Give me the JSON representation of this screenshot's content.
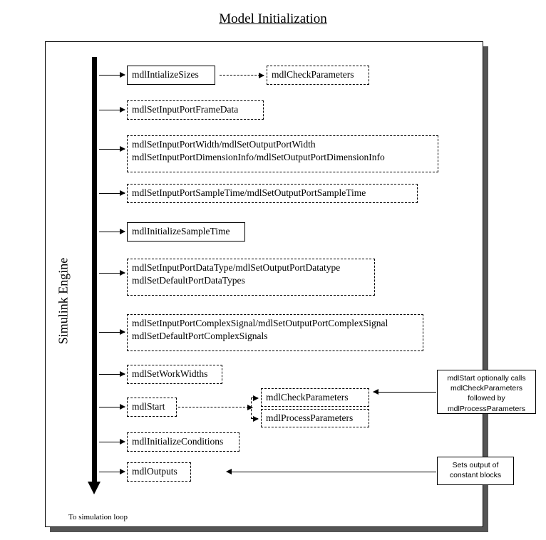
{
  "title": "Model Initialization",
  "engine": {
    "label": "Simulink Engine",
    "footer": "To simulation loop"
  },
  "steps": [
    {
      "id": "mdl-initialize-sizes",
      "lines": [
        "mdlIntializeSizes"
      ],
      "style": "solid"
    },
    {
      "id": "mdl-check-parameters-1",
      "lines": [
        "mdlCheckParameters"
      ],
      "style": "dashed"
    },
    {
      "id": "mdl-set-input-port-frame-data",
      "lines": [
        "mdlSetInputPortFrameData"
      ],
      "style": "dashed"
    },
    {
      "id": "mdl-set-port-width",
      "lines": [
        "mdlSetInputPortWidth/mdlSetOutputPortWidth",
        "mdlSetInputPortDimensionInfo/mdlSetOutputPortDimensionInfo"
      ],
      "style": "dashed"
    },
    {
      "id": "mdl-set-port-sample-time",
      "lines": [
        "mdlSetInputPortSampleTime/mdlSetOutputPortSampleTime"
      ],
      "style": "dashed"
    },
    {
      "id": "mdl-initialize-sample-time",
      "lines": [
        "mdlInitializeSampleTime"
      ],
      "style": "solid"
    },
    {
      "id": "mdl-set-port-data-type",
      "lines": [
        "mdlSetInputPortDataType/mdlSetOutputPortDatatype",
        "mdlSetDefaultPortDataTypes"
      ],
      "style": "dashed"
    },
    {
      "id": "mdl-set-port-complex-signal",
      "lines": [
        "mdlSetInputPortComplexSignal/mdlSetOutputPortComplexSignal",
        "mdlSetDefaultPortComplexSignals"
      ],
      "style": "dashed"
    },
    {
      "id": "mdl-set-work-widths",
      "lines": [
        "mdlSetWorkWidths"
      ],
      "style": "dashed"
    },
    {
      "id": "mdl-start",
      "lines": [
        "mdlStart"
      ],
      "style": "dashed"
    },
    {
      "id": "mdl-check-parameters-2",
      "lines": [
        "mdlCheckParameters"
      ],
      "style": "dashed"
    },
    {
      "id": "mdl-process-parameters",
      "lines": [
        "mdlProcessParameters"
      ],
      "style": "dashed"
    },
    {
      "id": "mdl-initialize-conditions",
      "lines": [
        "mdlInitializeConditions"
      ],
      "style": "dashed"
    },
    {
      "id": "mdl-outputs",
      "lines": [
        "mdlOutputs"
      ],
      "style": "dashed"
    }
  ],
  "notes": [
    {
      "id": "note-mdlstart",
      "lines": [
        "mdlStart optionally calls",
        "mdlCheckParameters",
        "followed by",
        "mdlProcessParameters"
      ]
    },
    {
      "id": "note-constant-blocks",
      "lines": [
        "Sets output of",
        "constant blocks"
      ]
    }
  ]
}
